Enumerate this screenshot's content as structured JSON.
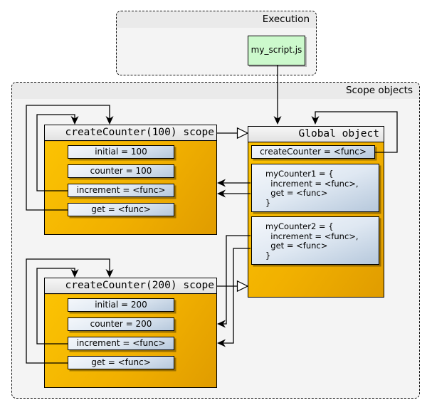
{
  "execution": {
    "title": "Execution",
    "script_label": "my_script.js"
  },
  "scope_objects_panel": {
    "title": "Scope objects"
  },
  "scope100": {
    "title": "createCounter(100) scope",
    "rows": [
      "initial = 100",
      "counter = 100",
      "increment = <func>",
      "get = <func>"
    ]
  },
  "scope200": {
    "title": "createCounter(200) scope",
    "rows": [
      "initial = 200",
      "counter = 200",
      "increment = <func>",
      "get = <func>"
    ]
  },
  "global_object": {
    "title": "Global object",
    "create_counter": "createCounter = <func>",
    "my_counter1": "myCounter1 = {\n  increment = <func>,\n  get = <func>\n}",
    "my_counter2": "myCounter2 = {\n  increment = <func>,\n  get = <func>\n}"
  },
  "colors": {
    "scope_body": "#f2b300",
    "variable_box": "#cfdded",
    "script_box": "#ccf9cc",
    "panel_fill": "#f4f4f4"
  }
}
